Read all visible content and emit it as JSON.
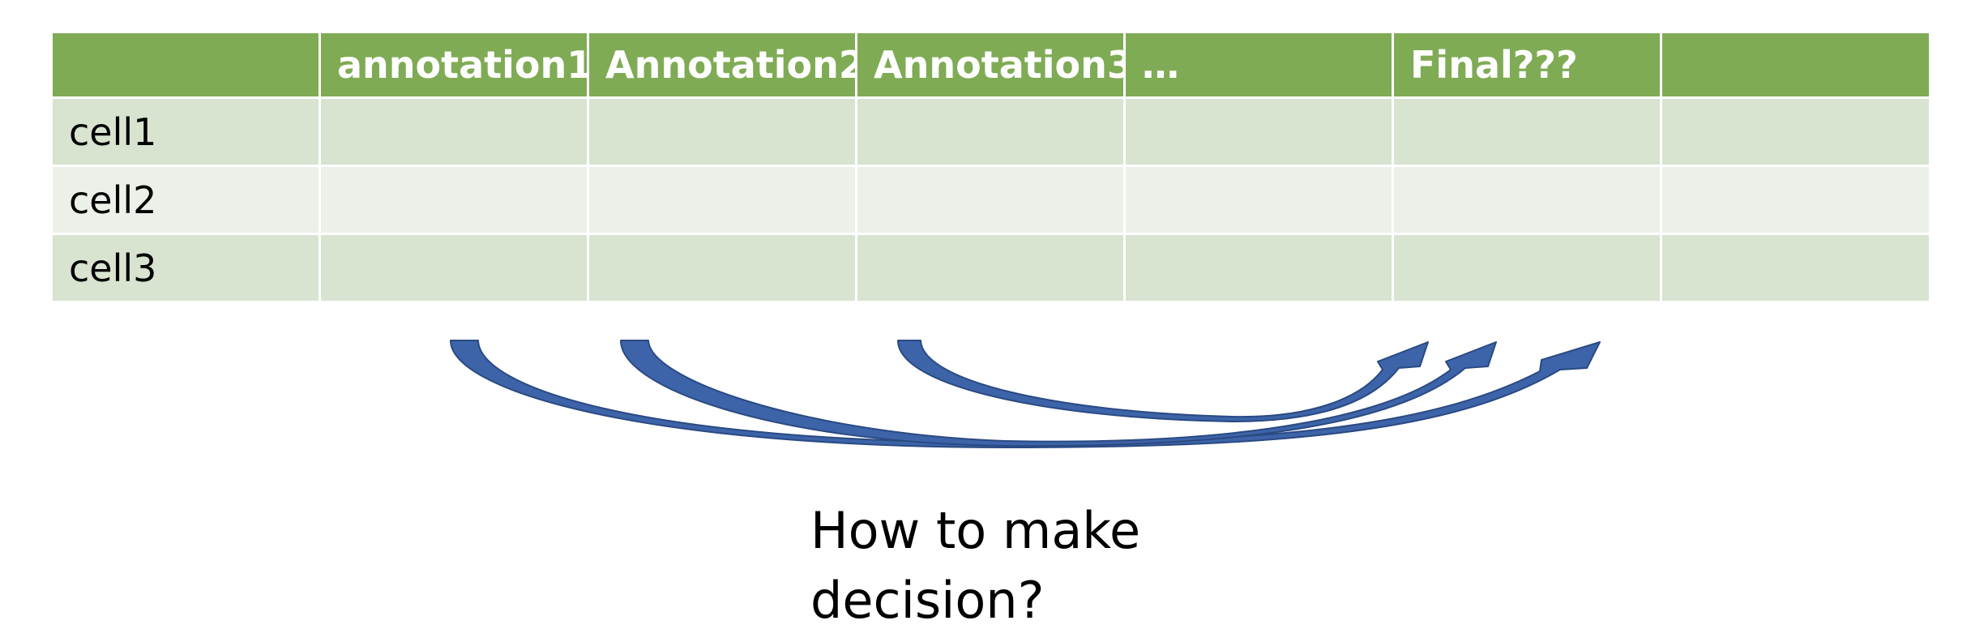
{
  "table": {
    "header": [
      "",
      "annotation1",
      "Annotation2",
      "Annotation3",
      "…",
      "Final???",
      ""
    ],
    "rows": [
      [
        "cell1",
        "",
        "",
        "",
        "",
        "",
        ""
      ],
      [
        "cell2",
        "",
        "",
        "",
        "",
        "",
        ""
      ],
      [
        "cell3",
        "",
        "",
        "",
        "",
        "",
        ""
      ]
    ]
  },
  "question": {
    "line1": "How to make",
    "line2": "decision?"
  },
  "colors": {
    "header_bg": "#7fab55",
    "row_odd_bg": "#d8e3d0",
    "row_even_bg": "#ebf1e8",
    "arrow_fill": "#3d63a8",
    "arrow_stroke": "#2a4a82"
  }
}
